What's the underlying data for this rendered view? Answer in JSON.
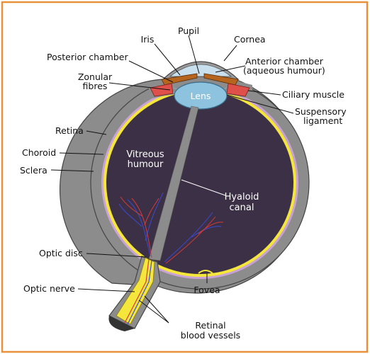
{
  "labels": {
    "pupil": "Pupil",
    "iris": "Iris",
    "cornea": "Cornea",
    "posterior_chamber": "Posterior chamber",
    "anterior_chamber_1": "Anterior chamber",
    "anterior_chamber_2": "(aqueous humour)",
    "zonular_1": "Zonular",
    "zonular_2": "fibres",
    "lens": "Lens",
    "ciliary_muscle": "Ciliary muscle",
    "suspensory_1": "Suspensory",
    "suspensory_2": "ligament",
    "retina": "Retina",
    "choroid": "Choroid",
    "sclera": "Sclera",
    "vitreous_1": "Vitreous",
    "vitreous_2": "humour",
    "hyaloid_1": "Hyaloid",
    "hyaloid_2": "canal",
    "optic_disc": "Optic disc",
    "optic_nerve": "Optic nerve",
    "fovea": "Fovea",
    "vessels_1": "Retinal",
    "vessels_2": "blood vessels"
  },
  "colors": {
    "frame": "#e8913a",
    "sclera": "#8c8c8c",
    "choroid": "#c9a2d6",
    "retina": "#f5e63c",
    "vitreous": "#3b3045",
    "lens": "#8ec3e0",
    "iris": "#b5651d",
    "ciliary": "#e0504a",
    "nerve": "#f5e63c"
  }
}
